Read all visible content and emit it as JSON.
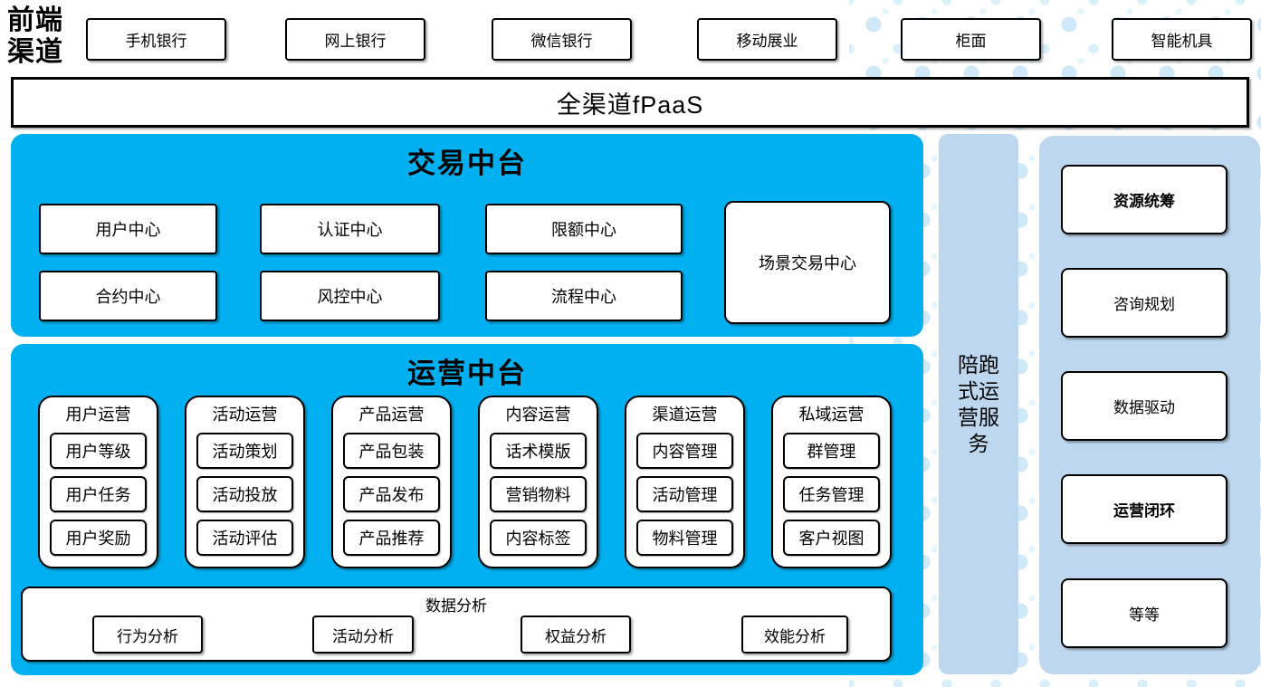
{
  "front_label": "前端渠道",
  "channels": [
    "手机银行",
    "网上银行",
    "微信银行",
    "移动展业",
    "柜面",
    "智能机具"
  ],
  "fpaas_label": "全渠道fPaaS",
  "trade_platform": {
    "title": "交易中台",
    "row1": [
      "用户中心",
      "认证中心",
      "限额中心"
    ],
    "row2": [
      "合约中心",
      "风控中心",
      "流程中心"
    ],
    "scene_center": "场景交易中心"
  },
  "operation_platform": {
    "title": "运营中台",
    "columns": [
      {
        "title": "用户运营",
        "items": [
          "用户等级",
          "用户任务",
          "用户奖励"
        ]
      },
      {
        "title": "活动运营",
        "items": [
          "活动策划",
          "活动投放",
          "活动评估"
        ]
      },
      {
        "title": "产品运营",
        "items": [
          "产品包装",
          "产品发布",
          "产品推荐"
        ]
      },
      {
        "title": "内容运营",
        "items": [
          "话术模版",
          "营销物料",
          "内容标签"
        ]
      },
      {
        "title": "渠道运营",
        "items": [
          "内容管理",
          "活动管理",
          "物料管理"
        ]
      },
      {
        "title": "私域运营",
        "items": [
          "群管理",
          "任务管理",
          "客户视图"
        ]
      }
    ],
    "analytics": {
      "title": "数据分析",
      "items": [
        "行为分析",
        "活动分析",
        "权益分析",
        "效能分析"
      ]
    }
  },
  "side_strip_label": "陪跑式运营服务",
  "services_panel": {
    "items": [
      {
        "label": "资源统筹",
        "bold": true
      },
      {
        "label": "咨询规划",
        "bold": false
      },
      {
        "label": "数据驱动",
        "bold": false
      },
      {
        "label": "运营闭环",
        "bold": true
      },
      {
        "label": "等等",
        "bold": false
      }
    ]
  },
  "colors": {
    "platform_cyan": "#00B0F0",
    "service_light_blue": "#BDD7EE",
    "dot_pattern_blue": "#CFE9F8",
    "box_border": "#000000",
    "text": "#000000"
  }
}
